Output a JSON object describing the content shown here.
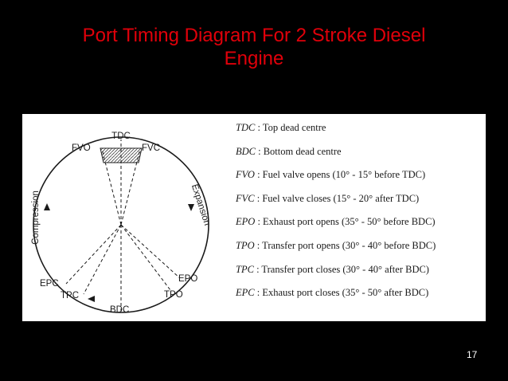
{
  "slide": {
    "title_line1": "Port Timing Diagram For 2 Stroke Diesel",
    "title_line2": "Engine",
    "page_number": "17"
  },
  "diagram": {
    "labels": {
      "tdc": "TDC",
      "fvo": "FVO",
      "fvc": "FVC",
      "compression": "Compression",
      "expansion": "Expansion",
      "epc": "EPC",
      "epo": "EPO",
      "tpc": "TPC",
      "tpo": "TPO",
      "bdc": "BDC"
    }
  },
  "legend": [
    {
      "abbr": "TDC",
      "text": " : Top dead centre"
    },
    {
      "abbr": "BDC",
      "text": " : Bottom dead centre"
    },
    {
      "abbr": "FVO",
      "text": " : Fuel valve opens (10° - 15° before TDC)"
    },
    {
      "abbr": "FVC",
      "text": " : Fuel valve closes (15° - 20° after TDC)"
    },
    {
      "abbr": "EPO",
      "text": " : Exhaust port opens (35° - 50° before BDC)"
    },
    {
      "abbr": "TPO",
      "text": " : Transfer port opens (30° - 40° before BDC)"
    },
    {
      "abbr": "TPC",
      "text": " : Transfer port closes (30° - 40° after BDC)"
    },
    {
      "abbr": "EPC",
      "text": " : Exhaust port closes (35° - 50° after BDC)"
    }
  ],
  "colors": {
    "title": "#e0000a",
    "background": "#000000",
    "panel": "#ffffff"
  }
}
